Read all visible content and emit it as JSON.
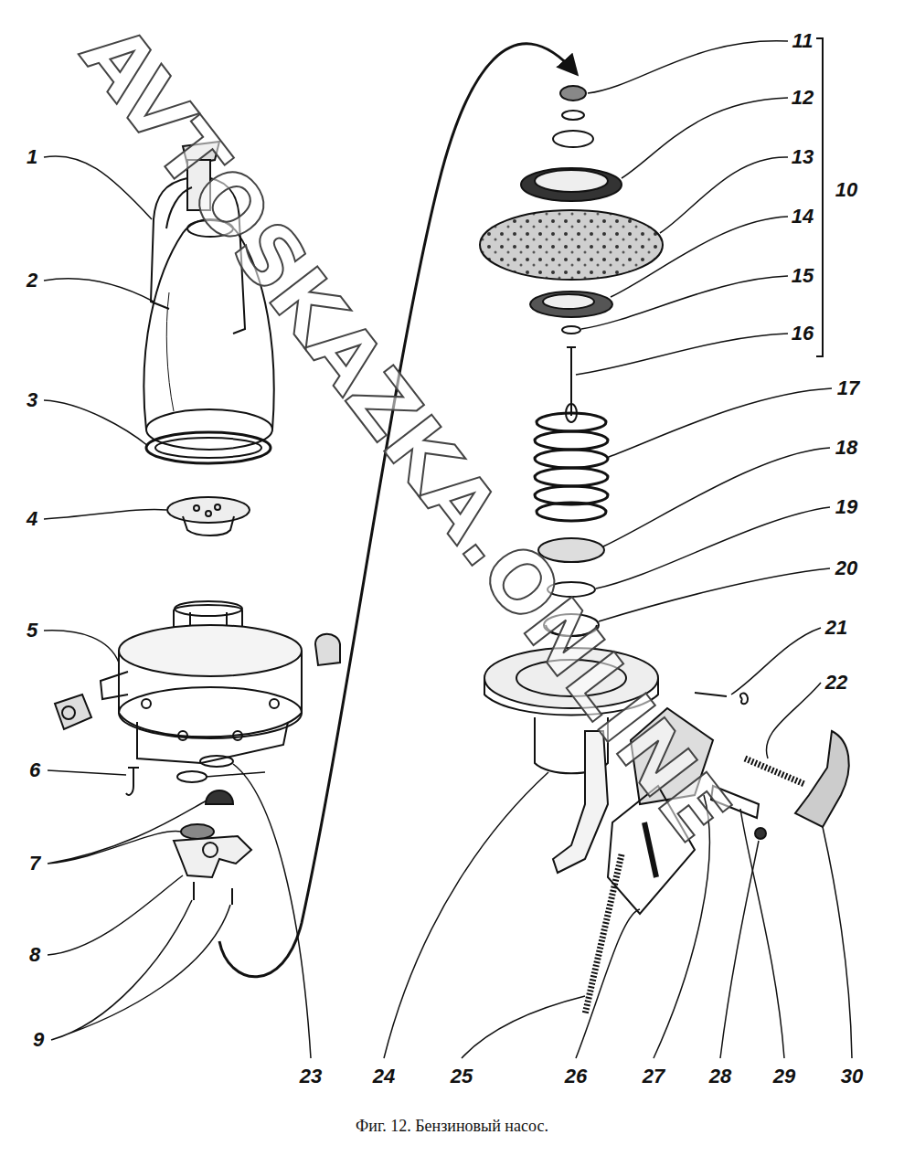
{
  "diagram": {
    "caption": "Фиг. 12. Бензиновый насос.",
    "labels": [
      "1",
      "2",
      "3",
      "4",
      "5",
      "6",
      "7",
      "8",
      "9",
      "11",
      "12",
      "13",
      "14",
      "15",
      "16",
      "10",
      "17",
      "18",
      "19",
      "20",
      "21",
      "22",
      "23",
      "24",
      "25",
      "26",
      "27",
      "28",
      "29",
      "30",
      "AVTOSKAZKA.ONLINE"
    ]
  }
}
